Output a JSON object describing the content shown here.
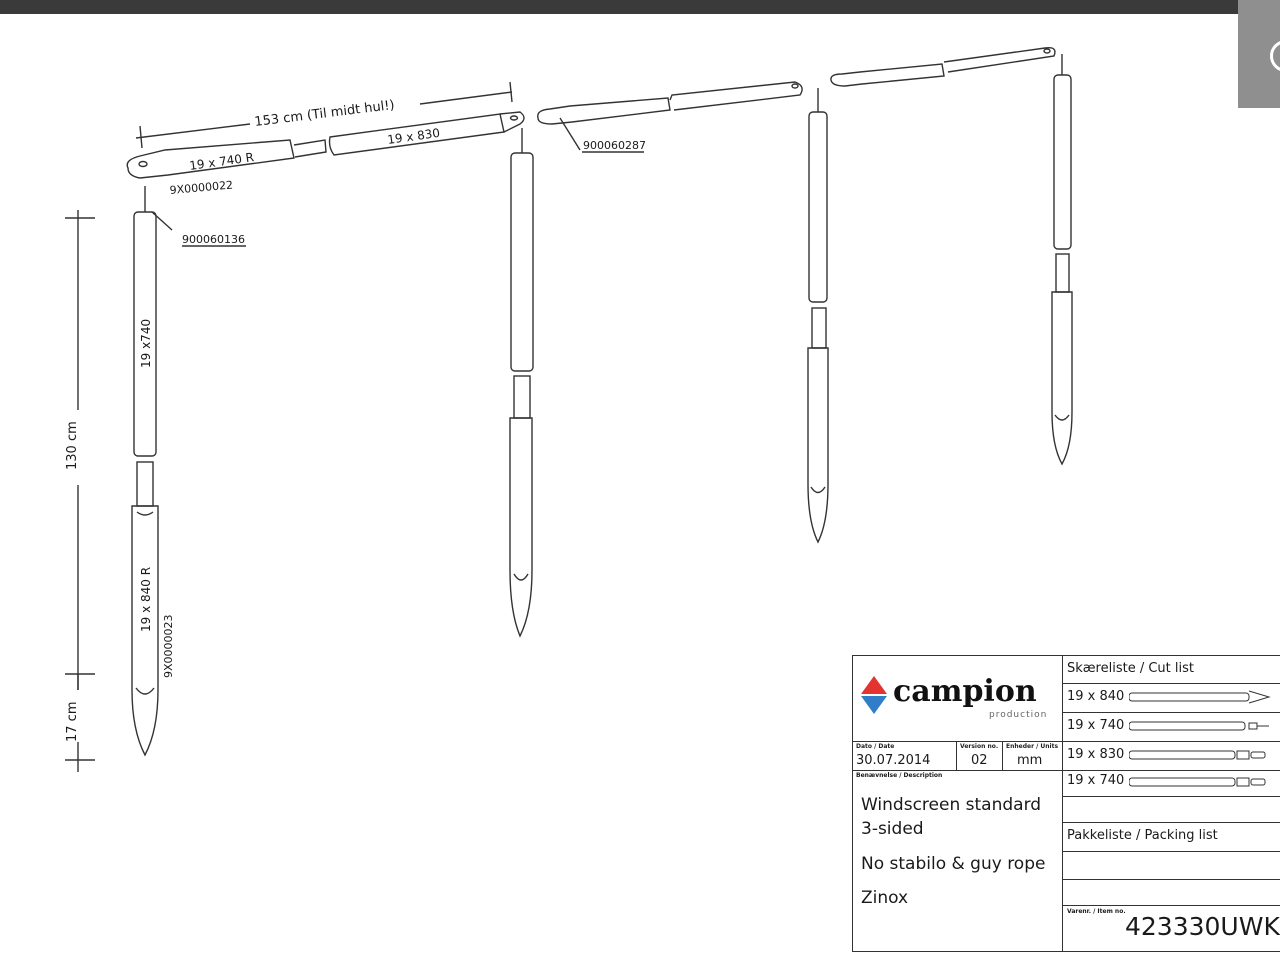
{
  "drawing": {
    "dimension_153": "153 cm (Til midt hul!)",
    "dimension_130": "130 cm",
    "dimension_17": "17 cm",
    "part_19x740R": "19 x 740 R",
    "part_19x830": "19 x 830",
    "part_19x740": "19 x740",
    "part_19x840R": "19 x 840 R",
    "code_9x0000022": "9X0000022",
    "code_900060136": "900060136",
    "code_900060287": "900060287",
    "code_9x0000023": "9X0000023"
  },
  "title_block": {
    "brand": "campion",
    "brand_sub": "production",
    "date_caption": "Dato / Date",
    "date": "30.07.2014",
    "version_caption": "Version no.",
    "version": "02",
    "units_caption": "Enheder / Units",
    "units": "mm",
    "description_caption": "Benævnelse / Description",
    "description_line1": "Windscreen standard",
    "description_line2": "3-sided",
    "description_line3": "No stabilo & guy rope",
    "description_line4": "Zinox",
    "cut_list_title": "Skæreliste / Cut list",
    "cut_list": [
      "19 x 840",
      "19 x 740",
      "19 x 830",
      "19 x 740"
    ],
    "packing_list_title": "Pakkeliste / Packing list",
    "item_caption": "Varenr. / Item no.",
    "item_number": "423330UWK"
  },
  "colors": {
    "logo_red": "#e3342f",
    "logo_blue": "#2f7ec7"
  }
}
